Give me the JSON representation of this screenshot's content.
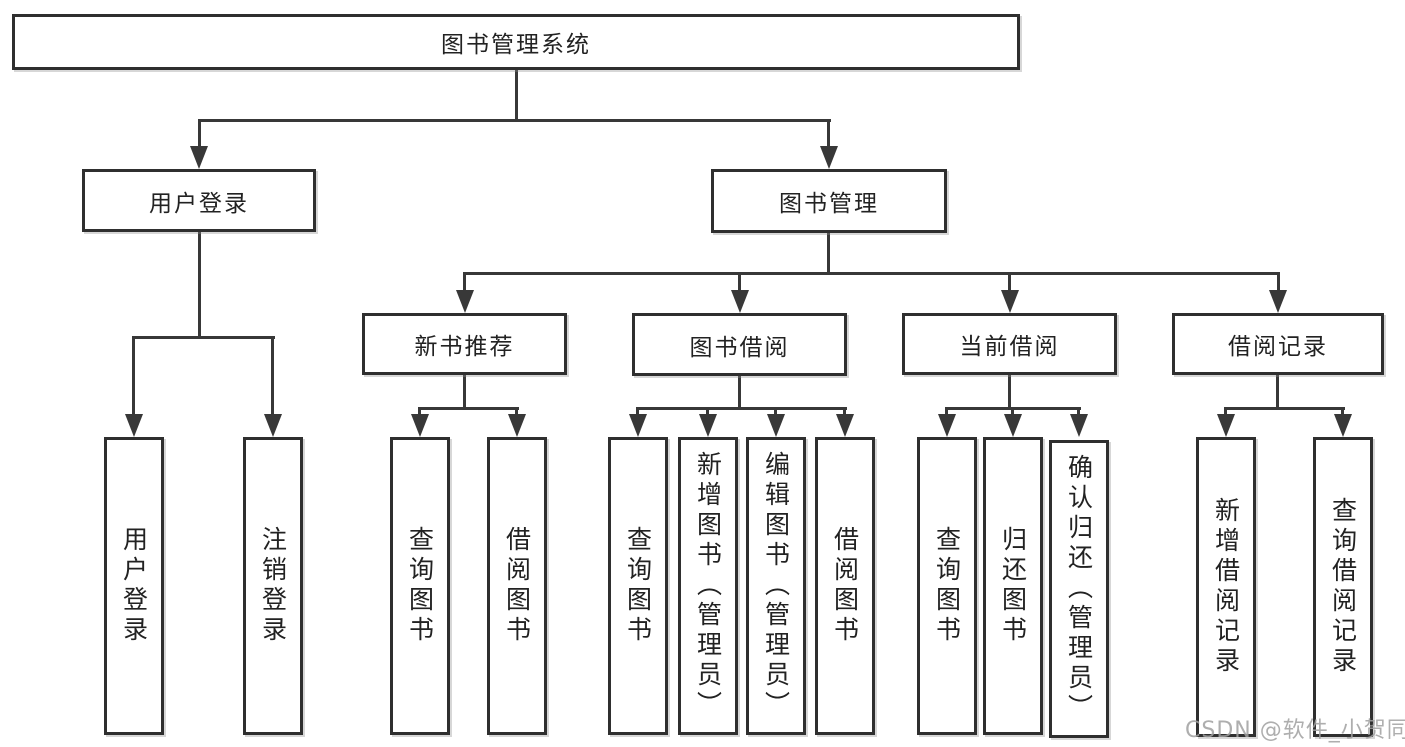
{
  "tree": {
    "label": "图书管理系统",
    "children": [
      {
        "label": "用户登录",
        "children": [
          {
            "label": "用户登录"
          },
          {
            "label": "注销登录"
          }
        ]
      },
      {
        "label": "图书管理",
        "children": [
          {
            "label": "新书推荐",
            "children": [
              {
                "label": "查询图书"
              },
              {
                "label": "借阅图书"
              }
            ]
          },
          {
            "label": "图书借阅",
            "children": [
              {
                "label": "查询图书"
              },
              {
                "label": "新增图书（管理员）"
              },
              {
                "label": "编辑图书（管理员）"
              },
              {
                "label": "借阅图书"
              }
            ]
          },
          {
            "label": "当前借阅",
            "children": [
              {
                "label": "查询图书"
              },
              {
                "label": "归还图书"
              },
              {
                "label": "确认归还（管理员）"
              }
            ]
          },
          {
            "label": "借阅记录",
            "children": [
              {
                "label": "新增借阅记录"
              },
              {
                "label": "查询借阅记录"
              }
            ]
          }
        ]
      }
    ]
  },
  "watermark": "CSDN @软件_小贺同学",
  "colors": {
    "line": "#383838",
    "border": "#2f2f2f",
    "text": "#222222",
    "watermark": "#a0a0a0",
    "background": "#ffffff"
  }
}
